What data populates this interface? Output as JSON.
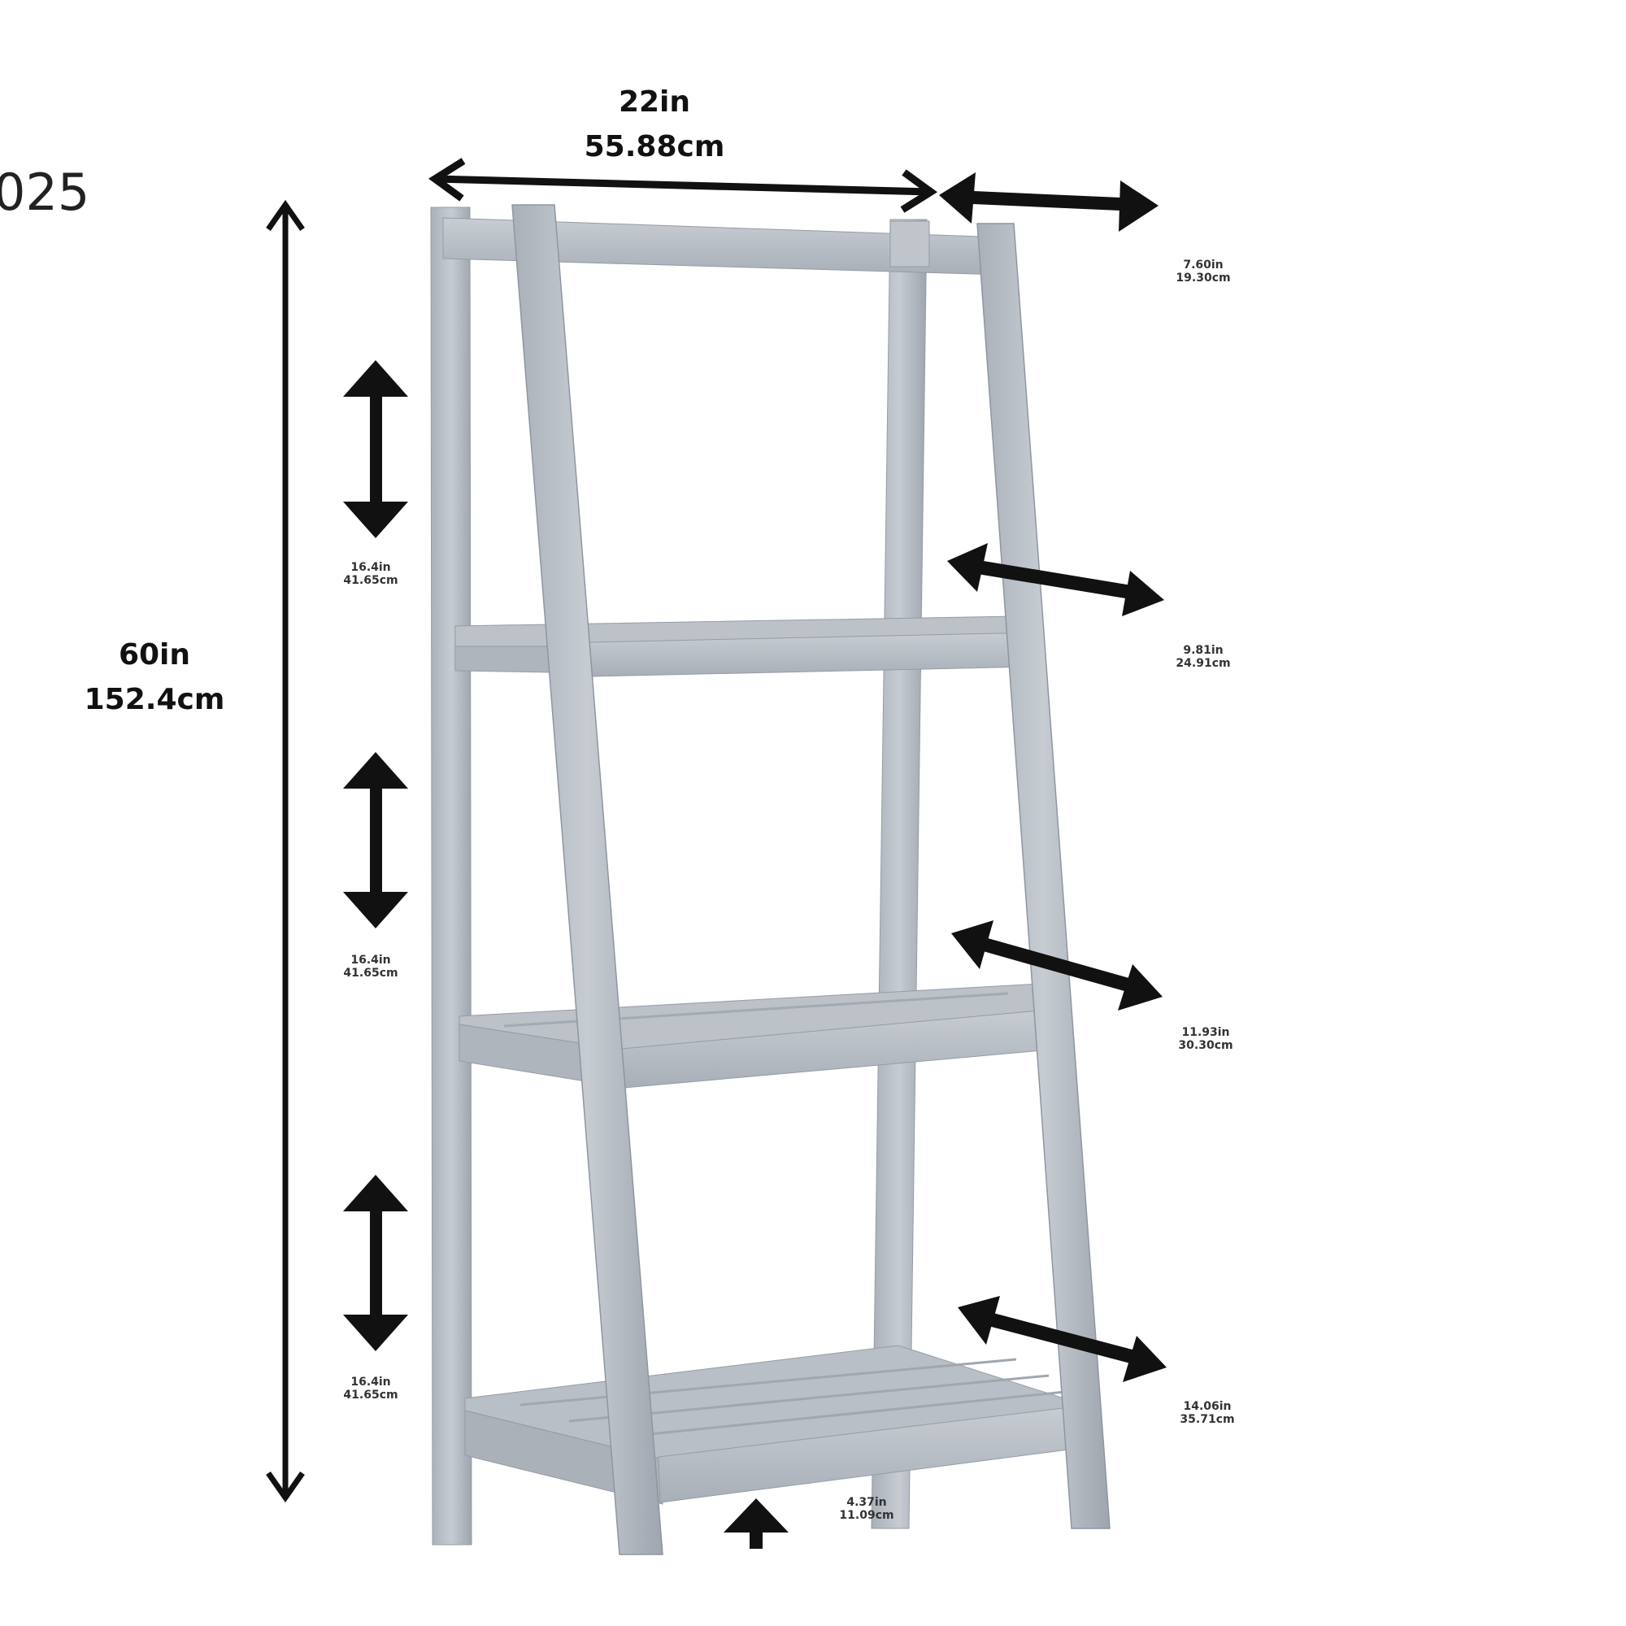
{
  "figure": {
    "type": "product-dimension-diagram",
    "subject": "4-tier ladder bookshelf",
    "colors": {
      "background": "#ffffff",
      "wood": "#b4bac2",
      "wood_light": "#c9ced4",
      "wood_dark": "#9aa1aa",
      "arrow": "#111111",
      "text": "#111111"
    }
  },
  "cropped_text": "025",
  "dimensions": {
    "overall_width": {
      "in": "22in",
      "cm": "55.88cm"
    },
    "overall_height": {
      "in": "60in",
      "cm": "152.4cm"
    },
    "top_depth": {
      "in": "7.60in",
      "cm": "19.30cm"
    },
    "shelf2_depth": {
      "in": "9.81in",
      "cm": "24.91cm"
    },
    "shelf3_depth": {
      "in": "11.93in",
      "cm": "30.30cm"
    },
    "shelf4_depth": {
      "in": "14.06in",
      "cm": "35.71cm"
    },
    "shelf_spacing": [
      {
        "in": "16.4in",
        "cm": "41.65cm"
      },
      {
        "in": "16.4in",
        "cm": "41.65cm"
      },
      {
        "in": "16.4in",
        "cm": "41.65cm"
      }
    ],
    "floor_clearance": {
      "in": "4.37in",
      "cm": "11.09cm"
    }
  }
}
